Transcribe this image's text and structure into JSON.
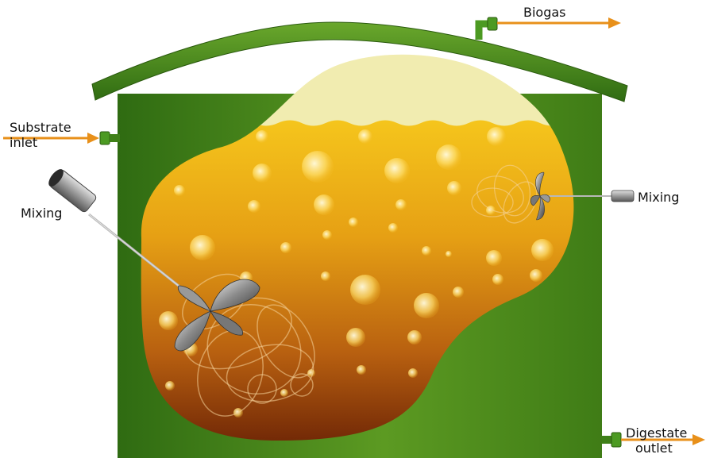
{
  "labels": {
    "biogas": "Biogas",
    "substrate_inlet": [
      "Substrate",
      "inlet"
    ],
    "mixing_left": "Mixing",
    "mixing_right": "Mixing",
    "digestate_outlet": [
      "Digestate",
      "outlet"
    ]
  },
  "colors": {
    "tank_green": "#4f8f1c",
    "roof_green": "#4a8a1a",
    "arrow_orange": "#e8901a",
    "liquid_top": "#f2c21c",
    "liquid_bottom": "#7a2a05",
    "gas_space": "#f1ecb0"
  },
  "icons": [
    "inlet-pipe-icon",
    "biogas-pipe-icon",
    "outlet-pipe-icon",
    "mixer-motor-icon",
    "propeller-icon"
  ]
}
